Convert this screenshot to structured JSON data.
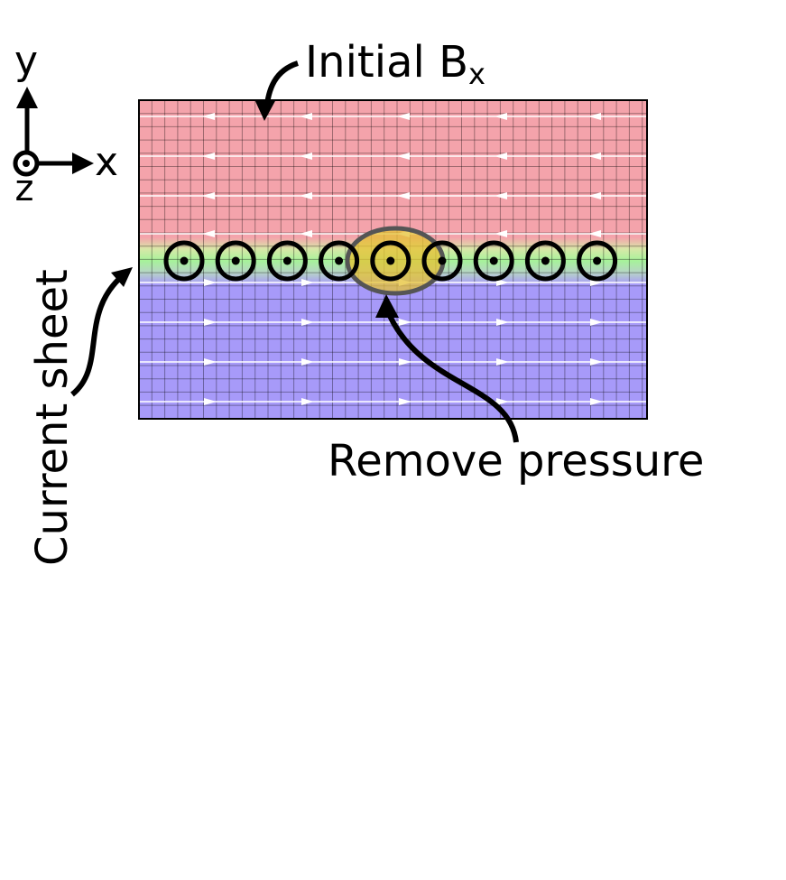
{
  "labels": {
    "initial_bx_main": "Initial B",
    "initial_bx_sub": "x",
    "current_sheet": "Current sheet",
    "remove_pressure": "Remove pressure"
  },
  "axes": {
    "y": "y",
    "x": "x",
    "z": "z"
  },
  "regions": {
    "top_color": "#f4a3ab",
    "sheet_color": "#a6f29a",
    "bottom_color": "#a79af9",
    "perturbation_color": "#e6c233"
  },
  "field": {
    "top_direction": "-x",
    "bottom_direction": "+x",
    "current_direction": "out of page (+z)",
    "current_marker_count": 9
  }
}
